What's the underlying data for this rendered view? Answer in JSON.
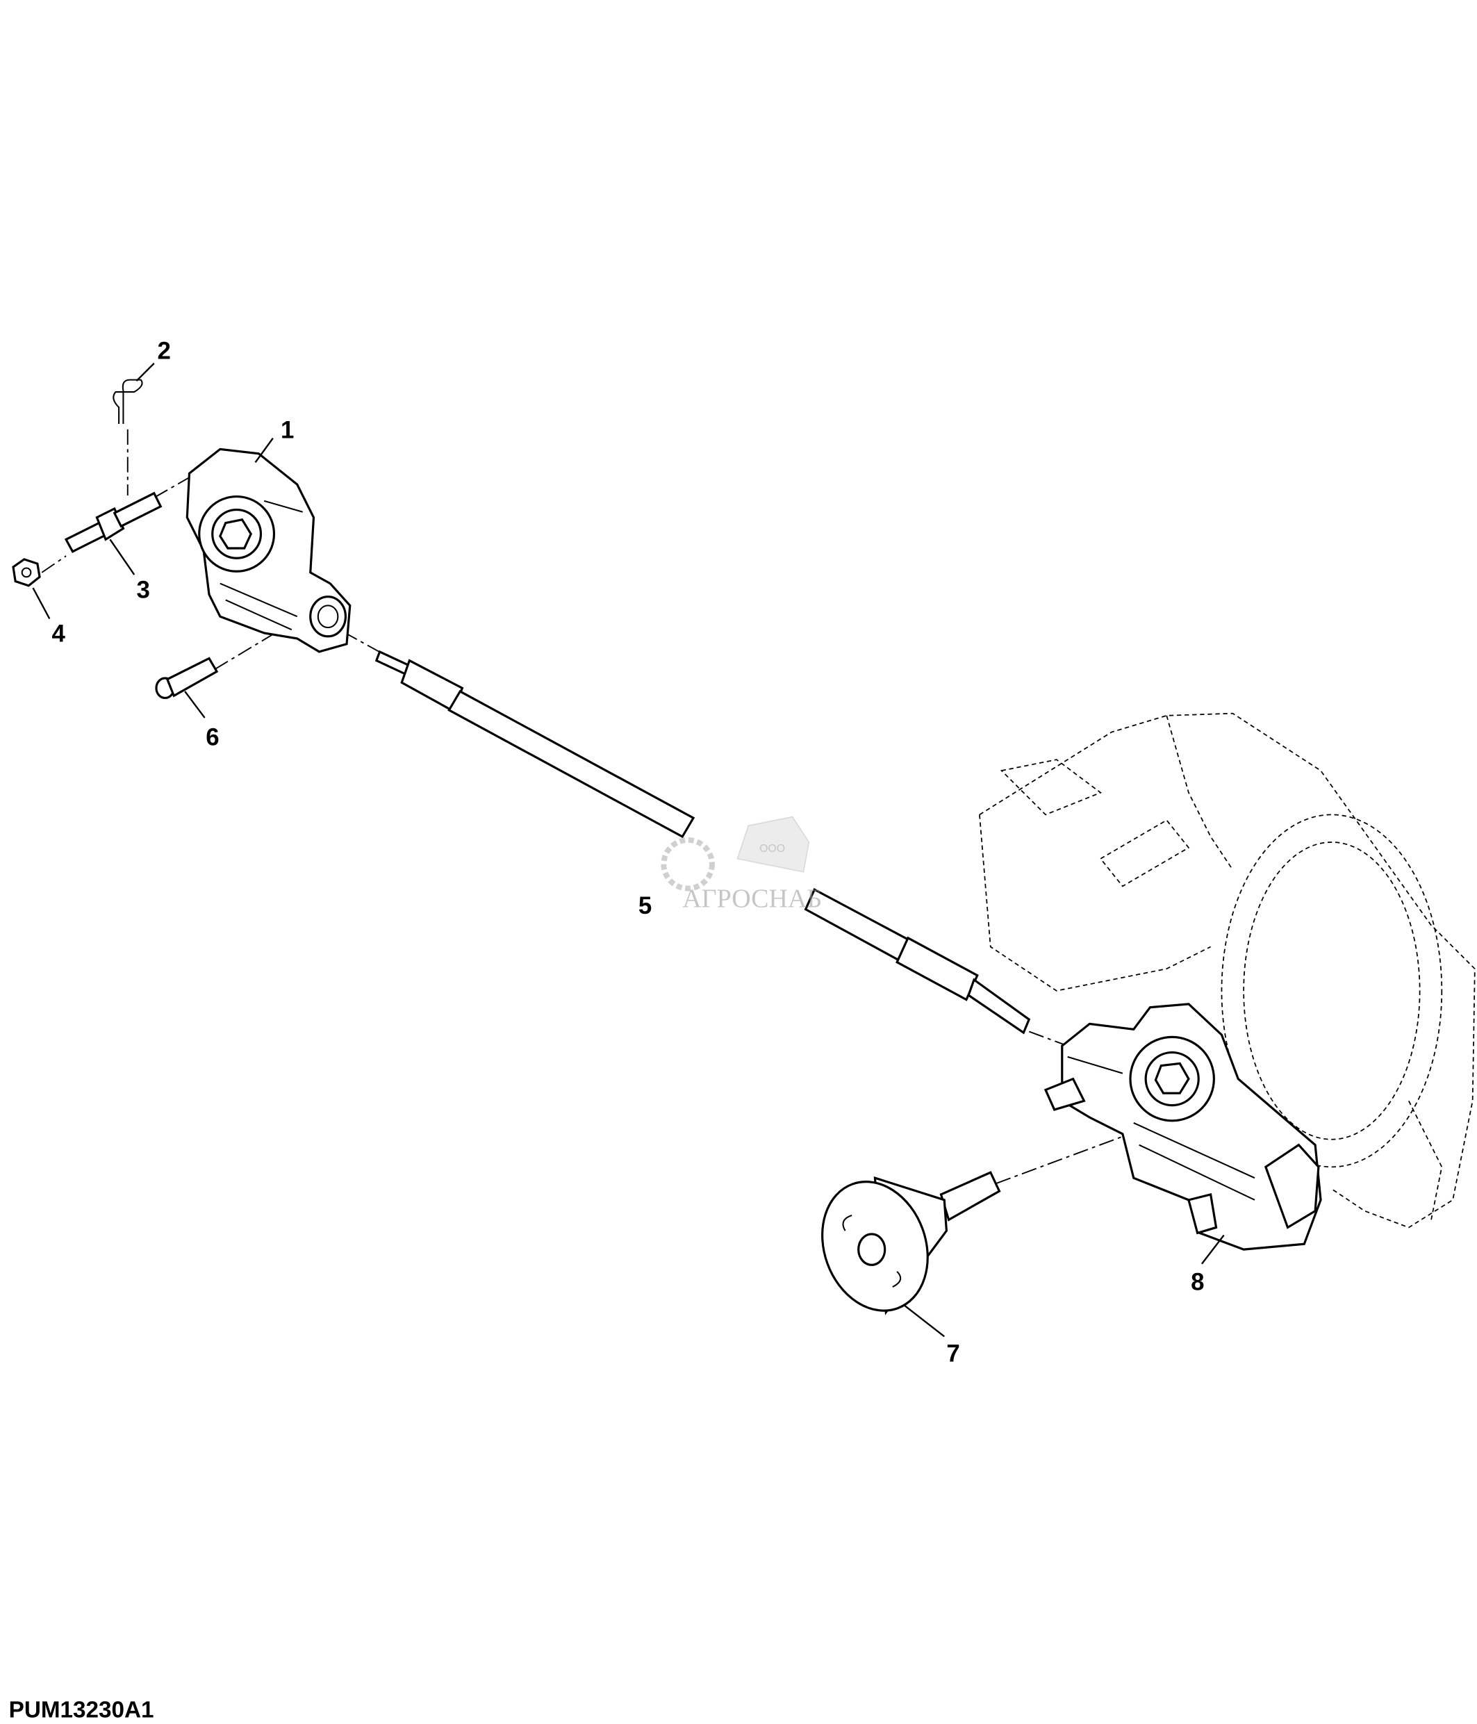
{
  "figure_id": "PUM13230A1",
  "callouts": [
    "1",
    "2",
    "3",
    "4",
    "5",
    "6",
    "7",
    "8"
  ],
  "watermark": {
    "prefix": "ООО",
    "name": "АГРОСНАБ"
  }
}
